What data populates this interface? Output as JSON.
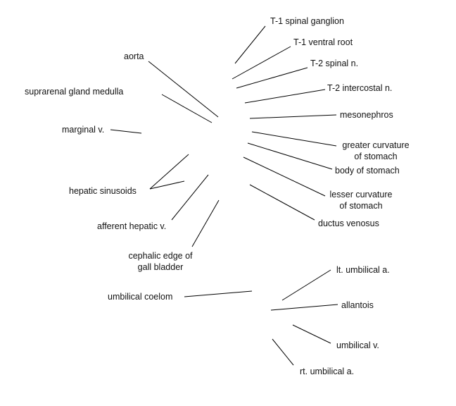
{
  "colors": {
    "background": "#ffffff",
    "text": "#111111",
    "line": "#000000"
  },
  "labels": {
    "t1_spinal_ganglion": "T-1 spinal ganglion",
    "t1_ventral_root": "T-1 ventral root",
    "t2_spinal_n": "T-2 spinal n.",
    "t2_intercostal_n": "T-2 intercostal n.",
    "mesonephros": "mesonephros",
    "greater_curvature_1": "greater curvature",
    "greater_curvature_2": "of stomach",
    "body_of_stomach": "body of stomach",
    "lesser_curvature_1": "lesser curvature",
    "lesser_curvature_2": "of stomach",
    "ductus_venosus": "ductus venosus",
    "aorta": "aorta",
    "suprarenal_gland_medulla": "suprarenal gland medulla",
    "marginal_v": "marginal v.",
    "hepatic_sinusoids": "hepatic sinusoids",
    "afferent_hepatic_v": "afferent hepatic v.",
    "cephalic_edge_1": "cephalic edge of",
    "cephalic_edge_2": "gall bladder",
    "umbilical_coelom": "umbilical coelom",
    "lt_umbilical_a": "lt. umbilical a.",
    "allantois": "allantois",
    "umbilical_v": "umbilical v.",
    "rt_umbilical_a": "rt. umbilical a."
  }
}
